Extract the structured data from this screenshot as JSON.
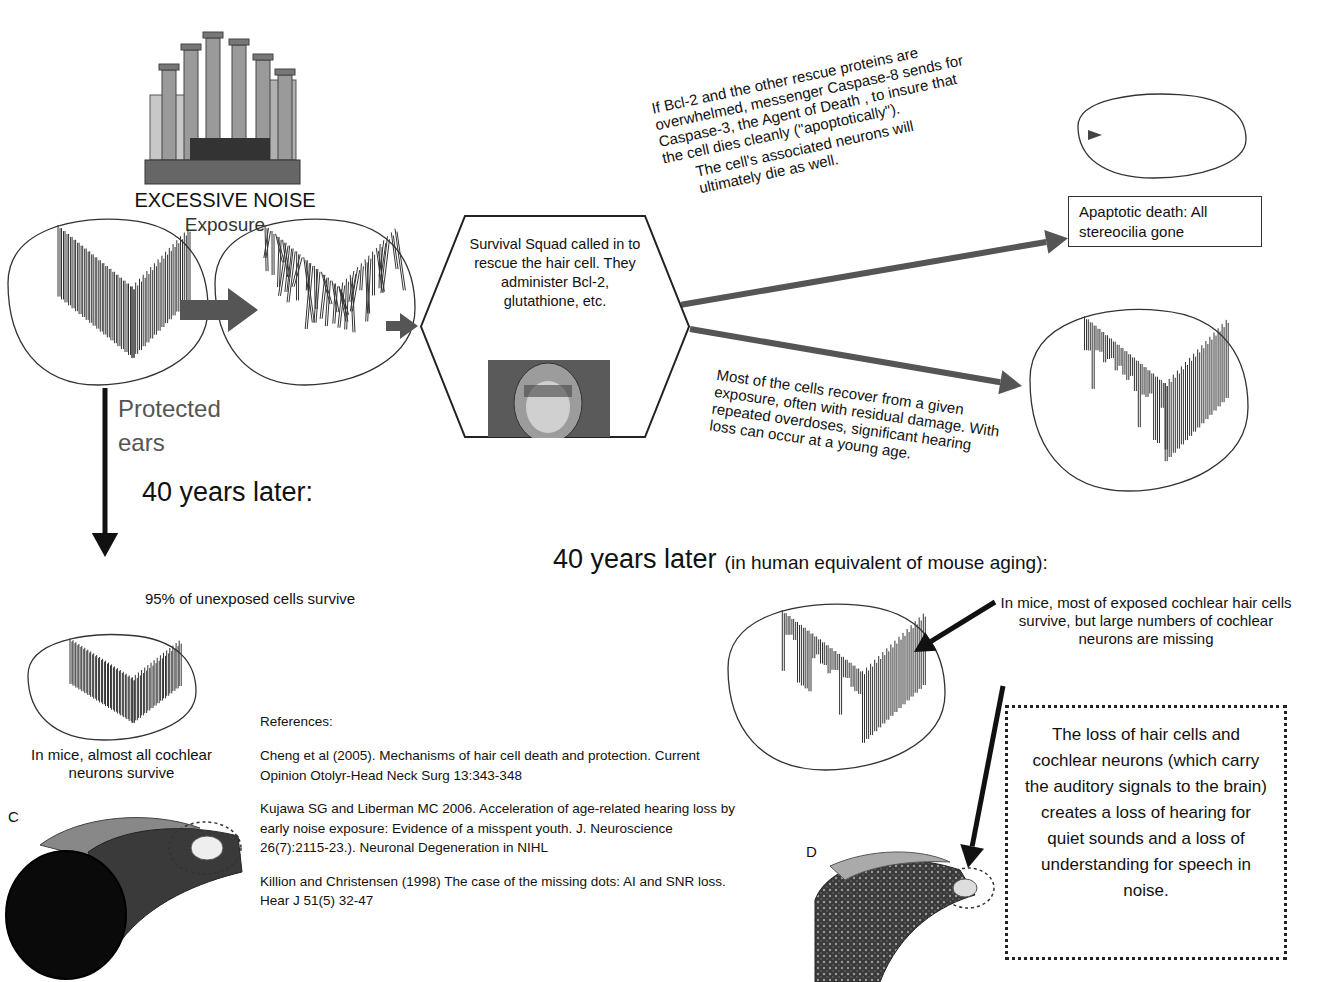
{
  "diagram": {
    "nodes": [
      {
        "text": [
          "Survival Squad called in to rescue the hair cell. They administer Bcl-2, glutathione, etc."
        ]
      },
      {
        "text": [
          "Apaptotic death: All stereocilia gone"
        ]
      },
      {
        "text": [
          "The loss of hair cells and cochlear neurons (which carry the auditory signals to the brain) creates a loss of hearing for quiet sounds and a loss of understanding for speech in noise."
        ]
      }
    ],
    "edges": [
      {
        "from": 0,
        "to": 1,
        "arrow": "to"
      }
    ],
    "labels": [
      "EXCESSIVE NOISE",
      "Exposure",
      "If Bcl-2 and the other rescue proteins are overwhelmed, messenger Caspase-8 sends for Caspase-3, the Agent of Death , to insure that the cell dies cleanly (\"apoptotically\").",
      "The cell's associated neurons will ultimately die as well.",
      "Protected ears",
      "Most of the cells recover from a given exposure, often with residual damage. With repeated overdoses, significant hearing loss can occur at a young age.",
      "40 years later:",
      "40 years later",
      "(in human equivalent of mouse aging):",
      "95% of unexposed cells survive",
      "In mice, most of exposed cochlear hair cells survive, but large numbers of cochlear neurons are missing",
      "In mice, almost all cochlear neurons survive",
      "References:",
      "Cheng et al (2005). Mechanisms of hair cell death and protection. Current Opinion Otolyr-Head Neck Surg 13:343-348",
      "Kujawa SG and Liberman MC 2006. Acceleration of age-related hearing loss by early noise exposure: Evidence of a misspent youth. J. Neuroscience 26(7):2115-23.). Neuronal Degeneration in NIHL",
      "Killion and Christensen (1998) The case of the missing dots: AI and SNR loss. Hear J 51(5) 32-47",
      "C",
      "D"
    ]
  }
}
